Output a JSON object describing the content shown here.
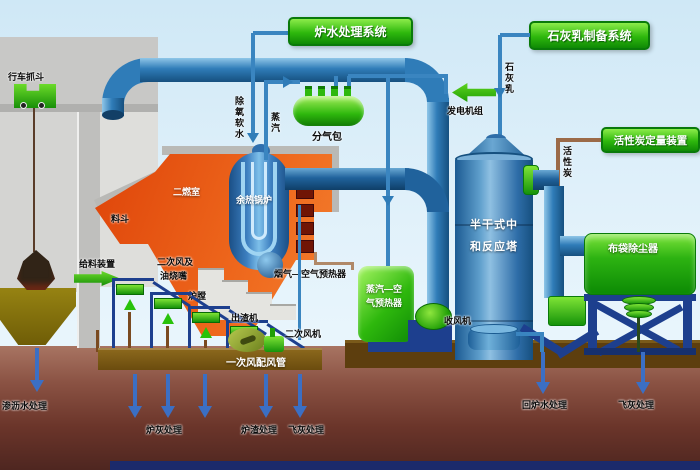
{
  "boxes": {
    "boiler_water": "炉水处理系统",
    "lime": "石灰乳制备系统",
    "carbon": "活性炭定量装置"
  },
  "labels": {
    "crane": "行车抓斗",
    "hopper": "料斗",
    "feeder": "给料装置",
    "sec_chamber": "二燃室",
    "boiler": "余热锅炉",
    "header": "分气包",
    "generator": "发电机组",
    "sec_air1": "二次风及",
    "sec_air2": "油烧嘴",
    "furnace": "炉膛",
    "slag_machine": "出渣机",
    "sec_fan": "二次风机",
    "air_duct": "一次风配风管",
    "fg_preheater": "烟气—空气预热器",
    "sa_preheater1": "蒸汽—空",
    "sa_preheater2": "气预热器",
    "id_fan": "收风机",
    "tower1": "半干式中",
    "tower2": "和反应塔",
    "bag_filter": "布袋除尘器"
  },
  "flows": {
    "soft_water": "除氧软水",
    "steam": "蒸汽",
    "lime": "石灰乳",
    "carbon": "活性炭"
  },
  "treat": {
    "leachate": "渗沥水处理",
    "ash": "炉灰处理",
    "slag": "炉渣处理",
    "fly": "飞灰处理",
    "return_water": "回炉水处理",
    "fly_right": "飞灰处理"
  },
  "colors": {
    "system_green": "#1f9e06",
    "pipe_blue": "#2f7cb8",
    "tower_blue": "#2e6da8",
    "furnace_orange": "#f07022",
    "ground_brown": "#5d3e0e",
    "earth_red": "#8a5243",
    "arrow_blue": "#3b6fc4"
  }
}
